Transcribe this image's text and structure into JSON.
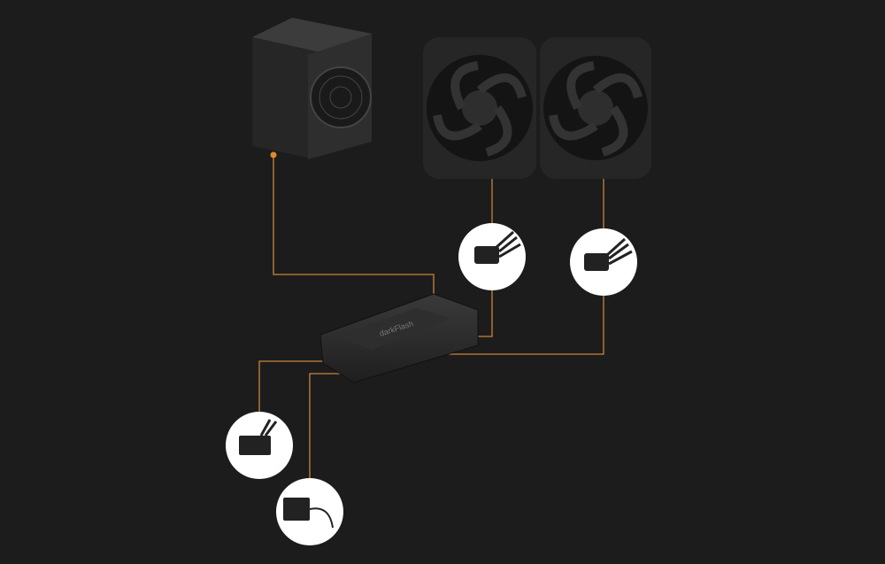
{
  "hub": {
    "logo_text": "darkFlash"
  },
  "colors": {
    "background": "#1c1c1c",
    "connector_line": "#c8843a",
    "device": "#2a2a2a",
    "circle_bg": "#ffffff"
  },
  "components": [
    "power-supply",
    "fan-1",
    "fan-2",
    "fan-connector-1",
    "fan-connector-2",
    "hub",
    "sata-power-connector",
    "argb-connector"
  ]
}
